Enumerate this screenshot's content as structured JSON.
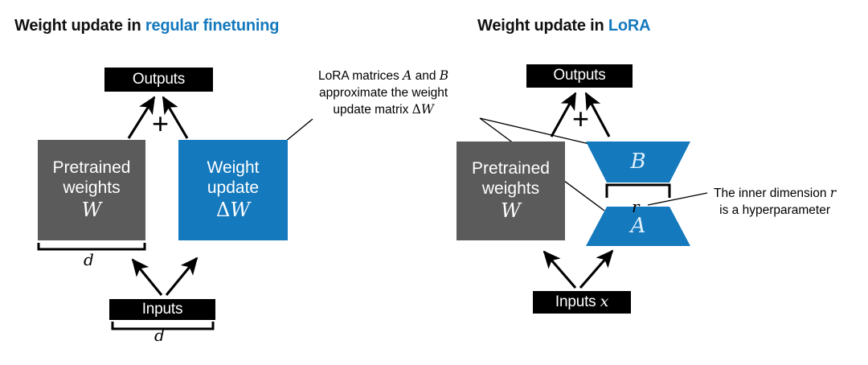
{
  "panels": {
    "left": {
      "title_prefix": "Weight update in ",
      "title_accent": "regular finetuning",
      "outputs_label": "Outputs",
      "pretrained_line1": "Pretrained",
      "pretrained_line2": "weights",
      "pretrained_symbol": "W",
      "update_line1": "Weight",
      "update_line2": "update",
      "update_symbol_delta": "Δ",
      "update_symbol_w": "W",
      "inputs_label": "Inputs",
      "plus_sign": "+",
      "dim_label_weights": "d",
      "dim_label_inputs": "d"
    },
    "right": {
      "title_prefix": "Weight update in ",
      "title_accent": "LoRA",
      "outputs_label": "Outputs",
      "pretrained_line1": "Pretrained",
      "pretrained_line2": "weights",
      "pretrained_symbol": "W",
      "inputs_label_text": "Inputs",
      "inputs_label_symbol": "x",
      "plus_sign": "+",
      "matrix_b": "B",
      "matrix_a": "A",
      "inner_dim_label": "r"
    }
  },
  "annotations": {
    "lora_matrices": {
      "line1_a": "LoRA matrices ",
      "line1_b": "A",
      "line1_c": " and ",
      "line1_d": "B",
      "line2": "approximate the weight",
      "line3_a": "update matrix ",
      "line3_delta": "Δ",
      "line3_w": "W"
    },
    "inner_dimension": {
      "line1_a": "The inner dimension ",
      "line1_r": "r",
      "line2": "is a hyperparameter"
    }
  },
  "colors": {
    "accent_blue": "#1479bd",
    "gray_box": "#5b5b5b",
    "black_box": "#000000",
    "background": "#ffffff",
    "text_dark": "#111111"
  }
}
